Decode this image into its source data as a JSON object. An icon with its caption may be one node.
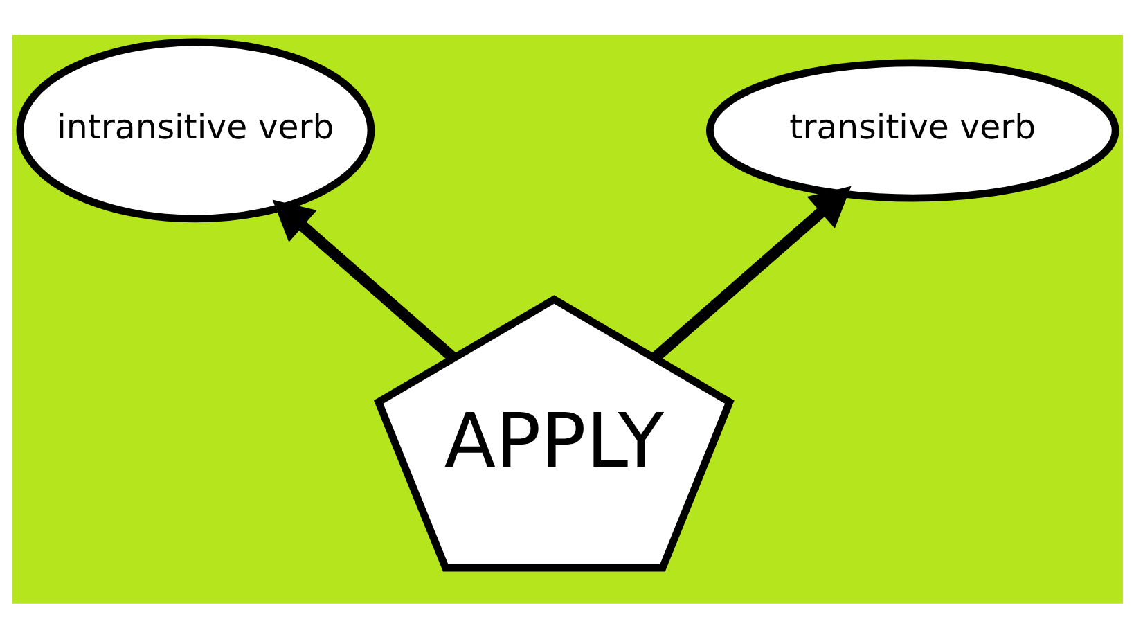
{
  "diagram": {
    "nodes": [
      {
        "text": [
          "intransitive verb"
        ]
      },
      {
        "text": [
          "transitive verb"
        ]
      },
      {
        "text": [
          "APPLY"
        ]
      }
    ],
    "edges": [
      {
        "from": 2,
        "to": 0,
        "arrow": "to"
      },
      {
        "from": 2,
        "to": 1,
        "arrow": "to"
      }
    ]
  }
}
